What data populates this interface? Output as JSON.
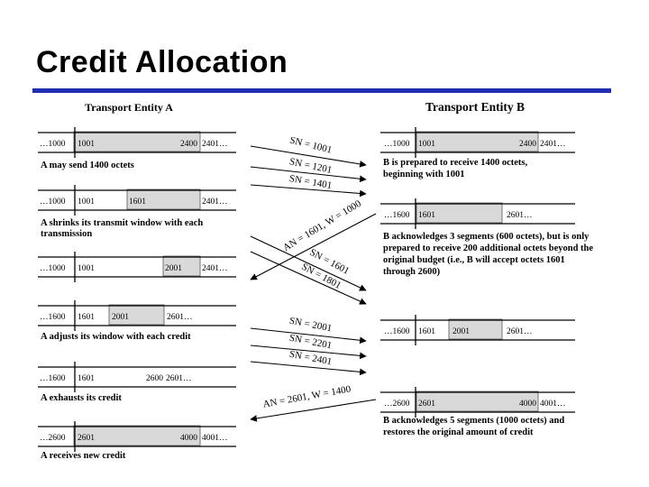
{
  "slide": {
    "title": "Credit Allocation",
    "accent_color": "#1f2fb0"
  },
  "diagram": {
    "entity_a_title": "Transport Entity A",
    "entity_b_title": "Transport Entity B",
    "a_bars": [
      {
        "labels": [
          "…1000",
          "1001",
          "2400",
          "2401…"
        ],
        "caption": [
          "A may send 1400 octets"
        ]
      },
      {
        "labels": [
          "…1000",
          "1001",
          "1601",
          "2401…"
        ],
        "caption": [
          "A shrinks its transmit window with each",
          "transmission"
        ]
      },
      {
        "labels": [
          "…1000",
          "1001",
          "2001",
          "2401…"
        ],
        "caption": []
      },
      {
        "labels": [
          "…1600",
          "1601",
          "2001",
          "2601…"
        ],
        "caption": [
          "A adjusts its window with each credit"
        ]
      },
      {
        "labels": [
          "…1600",
          "1601",
          "2600",
          "2601…"
        ],
        "caption": [
          "A exhausts its credit"
        ]
      },
      {
        "labels": [
          "…2600",
          "2601",
          "4000",
          "4001…"
        ],
        "caption": [
          "A receives new credit"
        ]
      }
    ],
    "b_bars": [
      {
        "labels": [
          "…1000",
          "1001",
          "2400",
          "2401…"
        ],
        "caption": [
          "B is prepared to receive 1400 octets,",
          "beginning with 1001"
        ]
      },
      {
        "labels": [
          "…1600",
          "1601",
          "2601…"
        ],
        "caption": [
          "B acknowledges 3 segments (600 octets), but is only",
          "prepared to receive 200 additional octets beyond the",
          "original budget (i.e., B will accept octets 1601",
          "through 2600)"
        ]
      },
      {
        "labels": [
          "…1600",
          "1601",
          "2001",
          "2601…"
        ],
        "caption": []
      },
      {
        "labels": [
          "…2600",
          "2601",
          "4000",
          "4001…"
        ],
        "caption": [
          "B acknowledges 5 segments (1000 octets) and",
          "restores the original amount of credit"
        ]
      }
    ],
    "messages": [
      "SN = 1001",
      "SN = 1201",
      "SN = 1401",
      "AN = 1601, W = 1000",
      "SN = 1601",
      "SN = 1801",
      "SN = 2001",
      "SN = 2201",
      "SN = 2401",
      "AN = 2601, W = 1400"
    ]
  }
}
